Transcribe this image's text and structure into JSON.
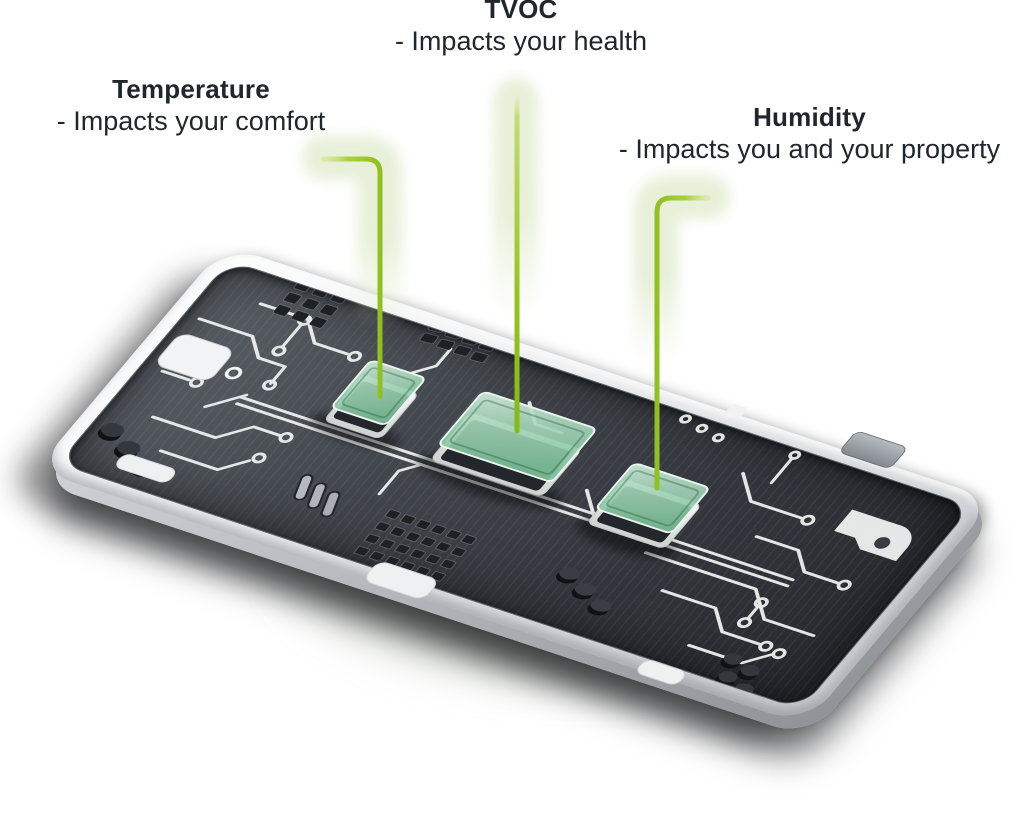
{
  "illustration": {
    "description": "Sensor circuit board with three labelled sensors"
  },
  "labels": [
    {
      "id": "temperature",
      "title": "Temperature",
      "subtitle": "- Impacts your comfort"
    },
    {
      "id": "tvoc",
      "title": "TVOC",
      "subtitle": "- Impacts your health"
    },
    {
      "id": "humidity",
      "title": "Humidity",
      "subtitle": "- Impacts you and your property"
    }
  ],
  "colors": {
    "background": "#ffffff",
    "text": "#21262c",
    "accent_green": "#94c21e",
    "accent_green_light": "#c9dd7e",
    "glow_green": "#e6efd6",
    "board_surface": "#3c4147",
    "board_frame": "#eef0f2",
    "trace_white": "#f7f9f8",
    "chip_glass": "#9fd2b4",
    "chip_substrate": "#e8ebea",
    "component_dark": "#1e2125"
  }
}
